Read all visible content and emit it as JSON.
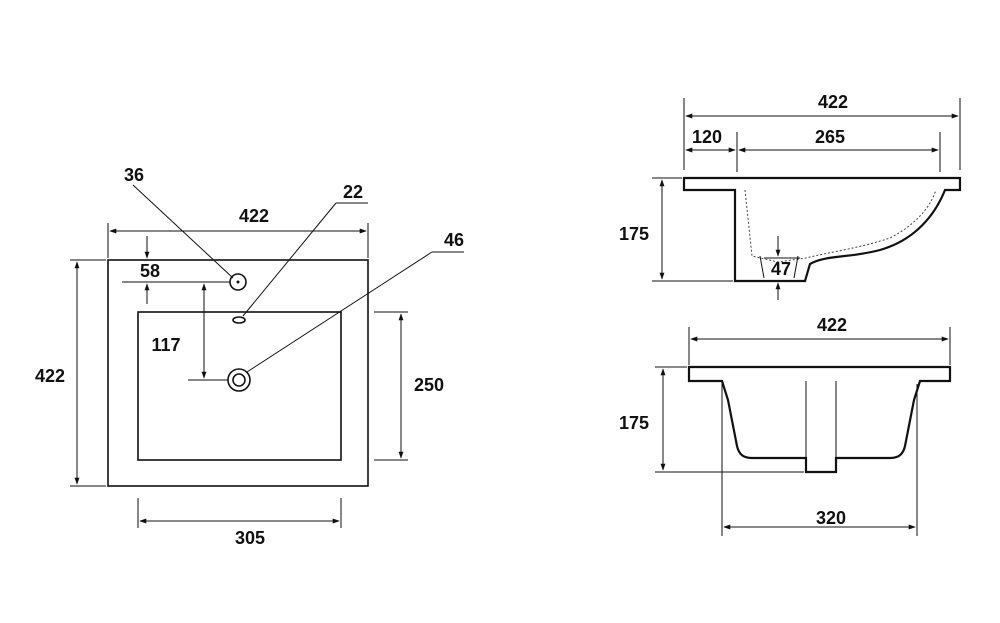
{
  "top_view": {
    "overall_width": "422",
    "overall_depth": "422",
    "bowl_width": "305",
    "bowl_depth": "250",
    "overflow_diameter": "36",
    "tap_hole_diameter": "22",
    "drain_diameter": "46",
    "overflow_offset": "58",
    "drain_offset": "117"
  },
  "side_view": {
    "overall_width": "422",
    "rear_offset": "120",
    "basin_length": "265",
    "height": "175",
    "outlet_height": "47"
  },
  "front_view": {
    "overall_width": "422",
    "height": "175",
    "bowl_width": "320"
  },
  "colors": {
    "line": "#111111",
    "background": "#ffffff"
  }
}
